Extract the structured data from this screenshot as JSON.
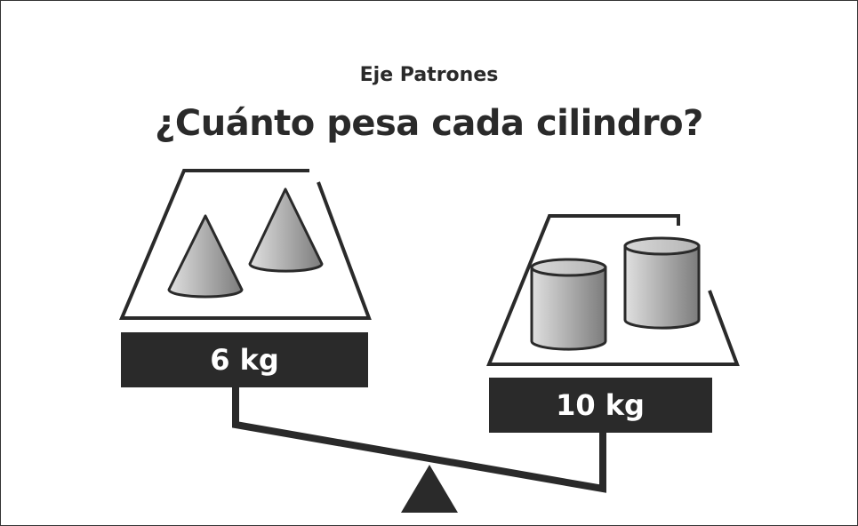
{
  "header": {
    "subtitle": "Eje Patrones",
    "title": "¿Cuánto pesa cada cilindro?"
  },
  "left_pan": {
    "weight_label": "6 kg",
    "objects": [
      "cone",
      "cone"
    ]
  },
  "right_pan": {
    "weight_label": "10 kg",
    "objects": [
      "cylinder",
      "cylinder"
    ]
  },
  "colors": {
    "ink": "#2a2a2a",
    "label_text": "#ffffff",
    "shape_light": "#d9d9d9",
    "shape_dark": "#8a8a8a"
  },
  "icons": [
    "cone-icon",
    "cylinder-icon",
    "fulcrum-triangle",
    "balance-beam"
  ]
}
